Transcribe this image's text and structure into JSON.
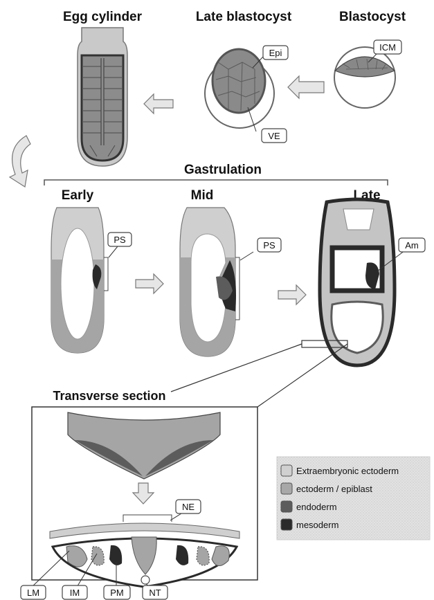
{
  "titles": {
    "egg_cylinder": "Egg cylinder",
    "late_blastocyst": "Late blastocyst",
    "blastocyst": "Blastocyst",
    "gastrulation": "Gastrulation",
    "early": "Early",
    "mid": "Mid",
    "late": "Late",
    "transverse_section": "Transverse section"
  },
  "labels": {
    "icm": "ICM",
    "epi": "Epi",
    "ve": "VE",
    "ps_early": "PS",
    "ps_mid": "PS",
    "am": "Am",
    "ne": "NE",
    "lm": "LM",
    "im": "IM",
    "pm": "PM",
    "nt": "NT"
  },
  "legend": [
    {
      "label": "Extraembryonic ectoderm",
      "color": "#d0d0d0"
    },
    {
      "label": "ectoderm / epiblast",
      "color": "#a8a8a8"
    },
    {
      "label": "endoderm",
      "color": "#5c5c5c"
    },
    {
      "label": "mesoderm",
      "color": "#2a2a2a"
    }
  ]
}
